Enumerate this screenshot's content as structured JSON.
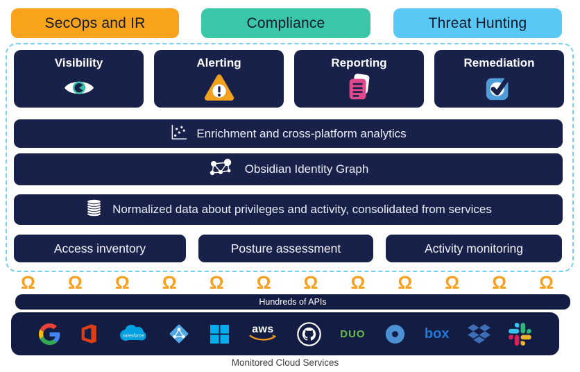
{
  "header_pills": [
    {
      "label": "SecOps and IR",
      "color": "#F9A21B"
    },
    {
      "label": "Compliance",
      "color": "#3BC6A8"
    },
    {
      "label": "Threat Hunting",
      "color": "#5AC8F5"
    }
  ],
  "platform": {
    "capabilities": [
      {
        "label": "Visibility",
        "icon": "eye-icon"
      },
      {
        "label": "Alerting",
        "icon": "alert-triangle-icon"
      },
      {
        "label": "Reporting",
        "icon": "report-document-icon"
      },
      {
        "label": "Remediation",
        "icon": "checkbox-icon"
      }
    ],
    "layers": [
      {
        "label": "Enrichment and cross-platform analytics",
        "icon": "scatter-plot-icon"
      },
      {
        "label": "Obsidian Identity Graph",
        "icon": "network-graph-icon"
      },
      {
        "label": "Normalized data about privileges and activity, consolidated from services",
        "icon": "database-icon"
      }
    ],
    "functions": [
      {
        "label": "Access inventory"
      },
      {
        "label": "Posture assessment"
      },
      {
        "label": "Activity monitoring"
      }
    ]
  },
  "integration": {
    "connector_icon": "Ω",
    "connector_count": 12,
    "api_bar_label": "Hundreds of APIs",
    "services": [
      {
        "name": "google"
      },
      {
        "name": "office-365"
      },
      {
        "name": "salesforce",
        "label": "salesforce"
      },
      {
        "name": "azure-ad"
      },
      {
        "name": "windows"
      },
      {
        "name": "aws",
        "label": "aws"
      },
      {
        "name": "github"
      },
      {
        "name": "duo",
        "label": "DUO"
      },
      {
        "name": "okta"
      },
      {
        "name": "box",
        "label": "box"
      },
      {
        "name": "dropbox"
      },
      {
        "name": "slack"
      }
    ],
    "caption": "Monitored Cloud Services"
  },
  "colors": {
    "navy": "#182149",
    "navy_dark": "#131C42",
    "orange": "#F9A21B",
    "teal": "#3BC6A8",
    "light_blue": "#5AC8F5",
    "dashed_border": "#73CFF3",
    "alert_orange": "#F2A11E",
    "report_pink": "#E0498C",
    "remediation_blue": "#4E9CD8",
    "eye_teal": "#35BFA6",
    "connector_orange": "#F8A01E"
  }
}
